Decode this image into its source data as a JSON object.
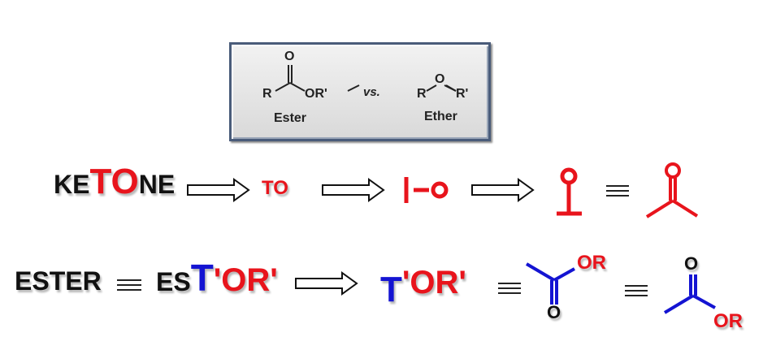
{
  "comparison_box": {
    "ester": {
      "r_label": "R",
      "o_label": "O",
      "or_label": "OR'",
      "name": "Ester"
    },
    "vs_label": "vs.",
    "ether": {
      "r_label": "R",
      "o_label": "O",
      "r2_label": "R'",
      "name": "Ether"
    }
  },
  "row1": {
    "ketone_parts": [
      "KE",
      "TO",
      "NE"
    ],
    "step1_label": "TO",
    "step2_t": "I",
    "step2_o": "O",
    "step3_o": "O",
    "equiv": "≡",
    "step4_o": "O"
  },
  "row2": {
    "ester_label": "ESTER",
    "equiv": "≡",
    "ester_prefix": "ES",
    "ester_t": "T",
    "ester_suffix": "'OR'",
    "step_t": "T",
    "step_suffix": "'OR'",
    "struct1": {
      "or_label": "OR",
      "o_label": "O"
    },
    "struct2": {
      "or_label": "OR",
      "o_label": "O"
    }
  },
  "colors": {
    "red": "#e8141c",
    "blue": "#1414d2",
    "black": "#111111",
    "box_border": "#4a5c7a"
  }
}
